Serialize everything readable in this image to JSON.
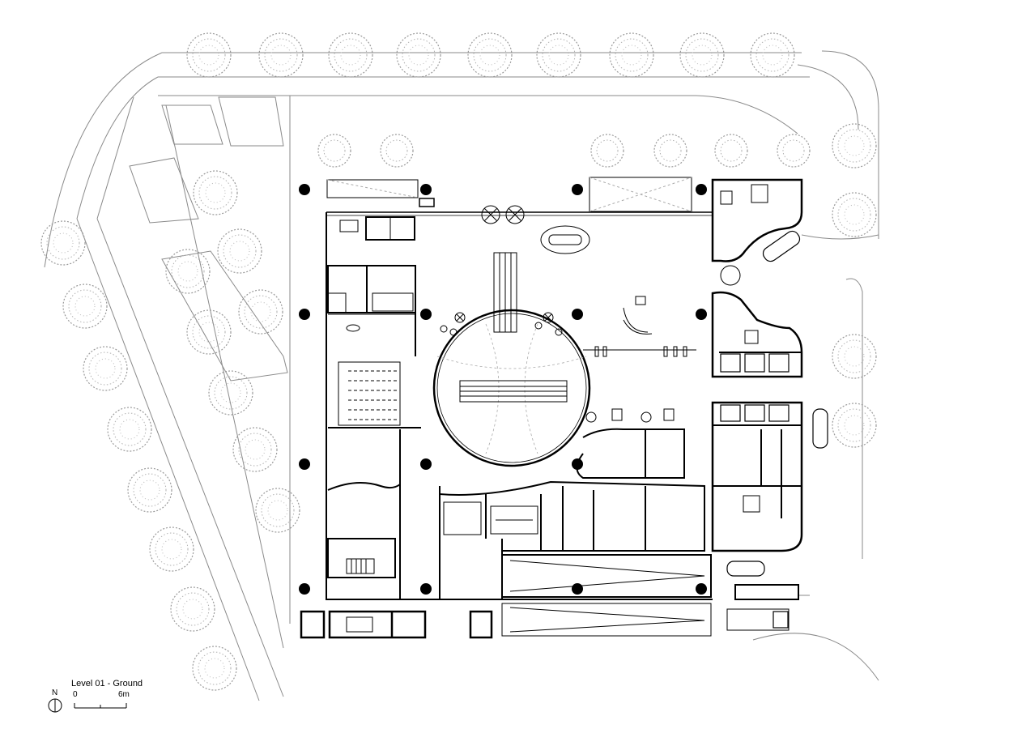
{
  "legend": {
    "title": "Level 01 - Ground",
    "north": "N",
    "scale_start": "0",
    "scale_end": "6m"
  },
  "colors": {
    "line": "#000000",
    "fine_line": "#8a8a8a",
    "tree": "#9a9a9a",
    "background": "#ffffff"
  },
  "icons": [
    "tree-icon",
    "column-icon",
    "car-icon",
    "truck-icon",
    "escalator-icon",
    "stair-icon",
    "north-arrow-icon"
  ]
}
